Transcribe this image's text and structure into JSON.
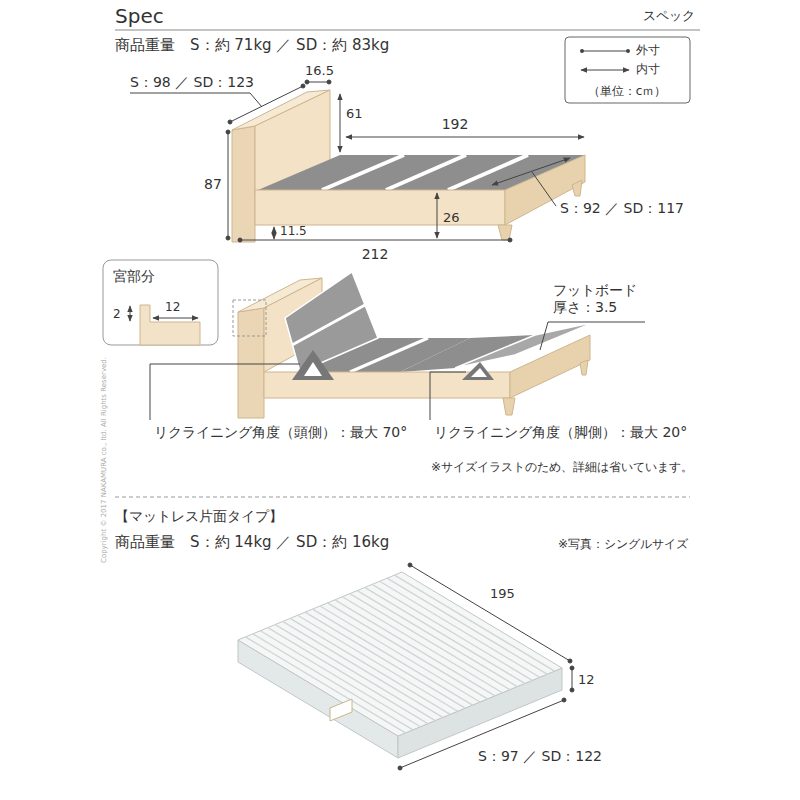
{
  "diagram": {
    "title": "Spec",
    "nodes": [
      {
        "text": [
          "宮部分",
          "2",
          "12"
        ]
      }
    ],
    "labels": [
      "スペック",
      "商品重量　S：約 71kg ／ SD：約 83kg",
      "（単位：cｍ）",
      "S：98 ／ SD：123",
      "16.5",
      "61",
      "192",
      "87",
      "11.5",
      "26",
      "S：92 ／ SD：117",
      "212",
      "フットボード 厚さ：3.5",
      "リクライニング角度（頭側）：最大 70°",
      "リクライニング角度（脚側）：最大 20°",
      "※サイズイラストのため、詳細は省いています。",
      "【マットレス片面タイプ】",
      "商品重量　S：約 14kg ／ SD：約 16kg",
      "※写真：シングルサイズ",
      "195",
      "12",
      "S：97 ／ SD：122",
      "Copyright © 2017 NAKAMURA co., ltd. All Rights Reserved."
    ],
    "legend": [
      {
        "text": "外寸"
      },
      {
        "text": "内寸"
      }
    ]
  }
}
